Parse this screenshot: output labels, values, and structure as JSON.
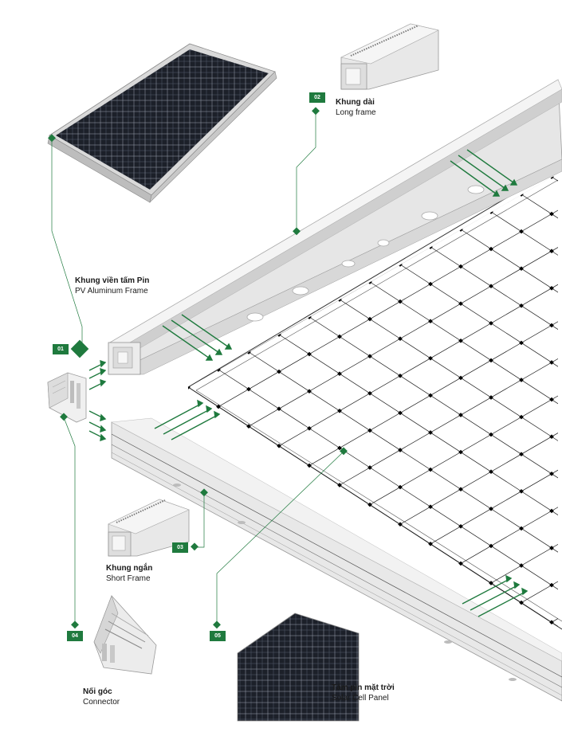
{
  "colors": {
    "accent": "#1f7a3e",
    "frame": "#d9d9d9",
    "cell": "#1c2029",
    "grid": "#1a1a1a"
  },
  "parts": [
    {
      "number": "01",
      "name_vi": "Khung viền tấm Pin",
      "name_en": "PV Aluminum Frame"
    },
    {
      "number": "02",
      "name_vi": "Khung dài",
      "name_en": "Long frame"
    },
    {
      "number": "03",
      "name_vi": "Khung ngắn",
      "name_en": "Short Frame"
    },
    {
      "number": "04",
      "name_vi": "Nối góc",
      "name_en": "Connector"
    },
    {
      "number": "05",
      "name_vi": "Tấm pin mặt trời",
      "name_en": "Solar Cell Panel"
    }
  ]
}
